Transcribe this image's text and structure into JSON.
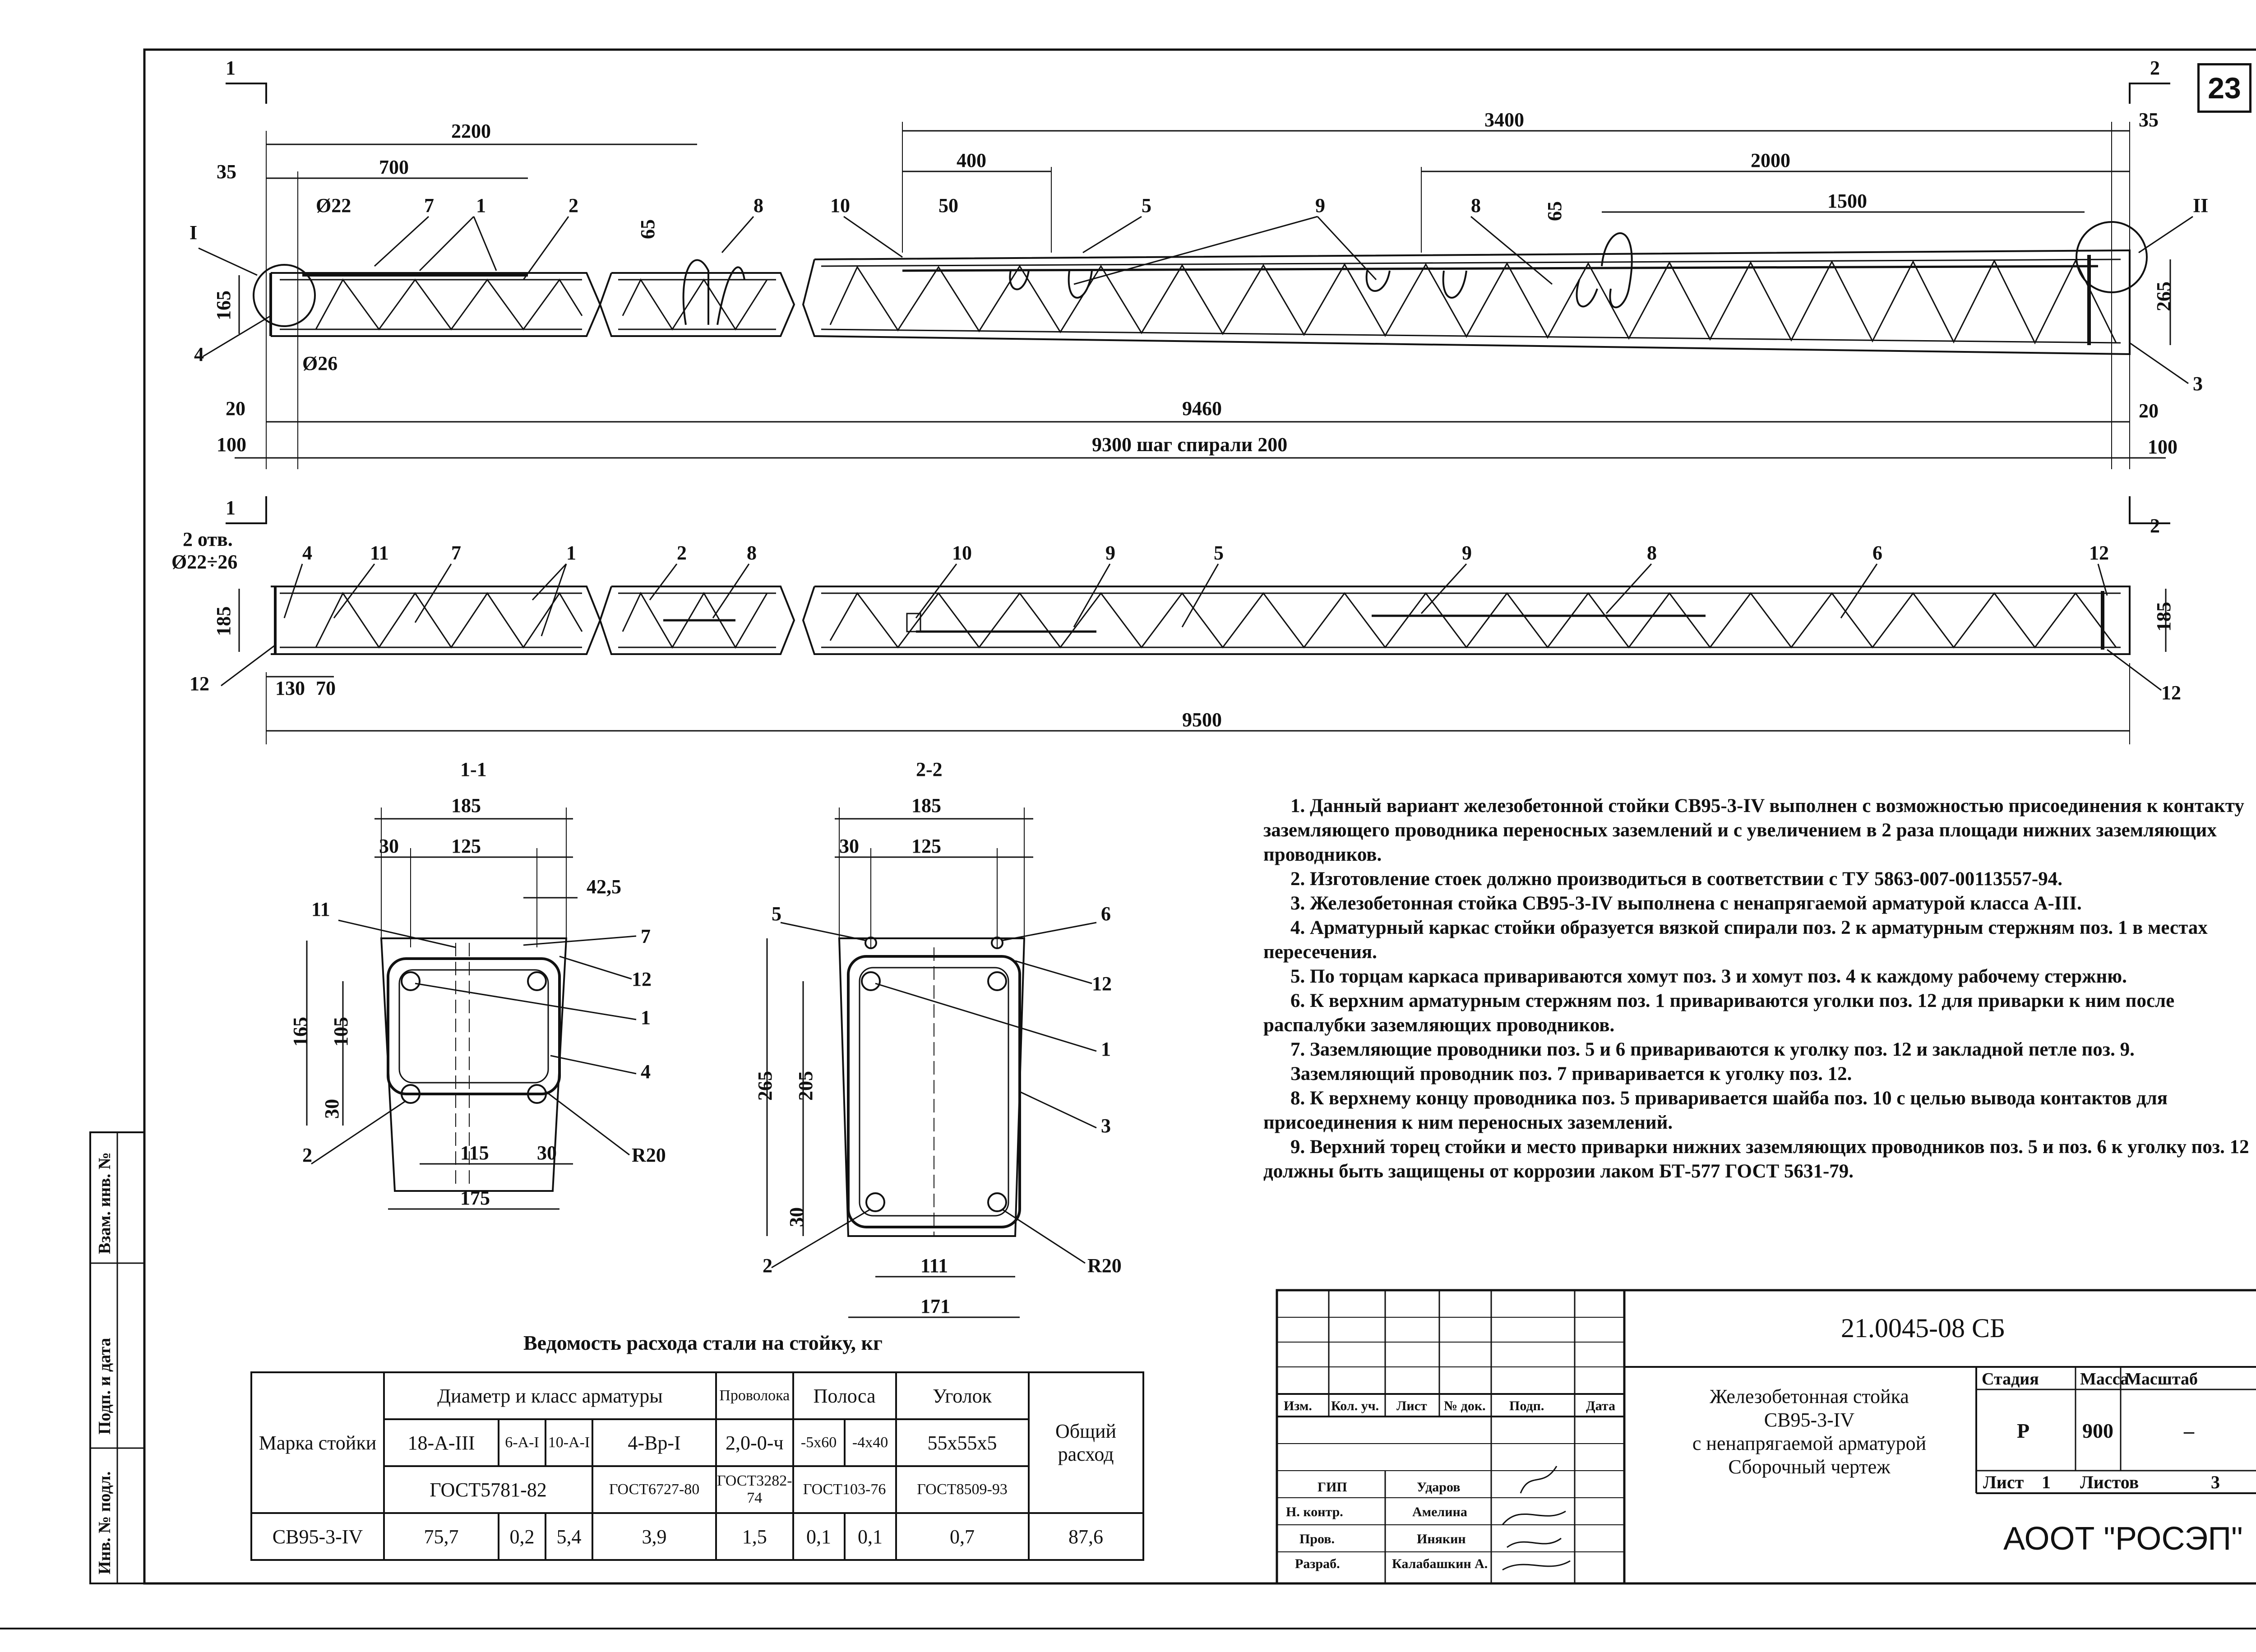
{
  "sheet_number": "23",
  "elevation_top": {
    "section_marks": [
      "1",
      "2"
    ],
    "dims": [
      "2200",
      "700",
      "35",
      "3400",
      "400",
      "50",
      "2000",
      "1500",
      "35",
      "65",
      "65",
      "165",
      "265",
      "20",
      "9460",
      "20",
      "100",
      "9300 шаг спирали 200",
      "100"
    ],
    "labels": [
      "Ø22",
      "Ø26",
      "7",
      "1",
      "2",
      "8",
      "10",
      "5",
      "9",
      "8",
      "I",
      "II",
      "4",
      "3"
    ]
  },
  "elevation_bottom": {
    "section_marks": [
      "1",
      "2"
    ],
    "dims": [
      "2 отв.",
      "Ø22÷26",
      "185",
      "130",
      "70",
      "185",
      "9500"
    ],
    "labels": [
      "4",
      "11",
      "7",
      "1",
      "2",
      "8",
      "10",
      "9",
      "5",
      "9",
      "8",
      "6",
      "12",
      "12",
      "12"
    ]
  },
  "section_1": {
    "title": "1-1",
    "dims": [
      "185",
      "30",
      "125",
      "42,5",
      "165",
      "105",
      "30",
      "115",
      "30",
      "175",
      "R20"
    ],
    "labels": [
      "11",
      "7",
      "12",
      "1",
      "4",
      "2"
    ]
  },
  "section_2": {
    "title": "2-2",
    "dims": [
      "185",
      "30",
      "125",
      "265",
      "205",
      "30",
      "111",
      "171",
      "R20"
    ],
    "labels": [
      "5",
      "6",
      "12",
      "1",
      "3",
      "2"
    ]
  },
  "notes": [
    "1. Данный вариант железобетонной стойки СВ95-3-IV выполнен с возможностью присоединения к контакту заземляющего проводника переносных заземлений и с увеличением в 2 раза площади нижних заземляющих проводников.",
    "2. Изготовление стоек должно производиться в соответствии с ТУ 5863-007-00113557-94.",
    "3. Железобетонная стойка СВ95-3-IV выполнена с ненапрягаемой арматурой класса А-III.",
    "4. Арматурный каркас стойки образуется вязкой спирали поз. 2 к арматурным стержням поз. 1 в местах пересечения.",
    "5. По торцам каркаса привариваются хомут поз. 3 и хомут поз. 4 к каждому рабочему стержню.",
    "6. К верхним арматурным стержням поз. 1 привариваются уголки поз. 12 для приварки к ним после распалубки заземляющих проводников.",
    "7. Заземляющие проводники поз. 5 и 6 привариваются к уголку поз. 12 и закладной петле поз. 9.",
    "Заземляющий проводник поз. 7 приваривается к уголку поз. 12.",
    "8. К верхнему концу проводника поз. 5 приваривается шайба поз. 10 с целью вывода контактов для присоединения к ним переносных заземлений.",
    "9. Верхний торец стойки и место приварки нижних заземляющих проводников поз. 5 и поз. 6 к уголку поз. 12 должны быть защищены от коррозии лаком БТ-577 ГОСТ 5631-79."
  ],
  "steel_table": {
    "title": "Ведомость расхода стали на стойку, кг",
    "h_mark": "Марка стойки",
    "h_diam": "Диаметр и класс арматуры",
    "h_wire": "Проволока",
    "h_strip": "Полоса",
    "h_angle": "Уголок",
    "h_total": "Общий расход",
    "s_18": "18-А-III",
    "s_6": "6-А-I",
    "s_10": "10-А-I",
    "s_4": "4-Вр-I",
    "s_wire": "2,0-0-ч",
    "s_60": "-5х60",
    "s_40": "-4х40",
    "s_angle": "55х55х5",
    "g_5781": "ГОСТ5781-82",
    "g_6727": "ГОСТ6727-80",
    "g_3282": "ГОСТ3282-74",
    "g_103": "ГОСТ103-76",
    "g_8509": "ГОСТ8509-93",
    "row": [
      "СВ95-3-IV",
      "75,7",
      "0,2",
      "5,4",
      "3,9",
      "1,5",
      "0,1",
      "0,1",
      "0,7",
      "87,6"
    ]
  },
  "title_block": {
    "doc_number": "21.0045-08 СБ",
    "name_lines": [
      "Железобетонная стойка",
      "СВ95-3-IV",
      "с ненапрягаемой арматурой",
      "Сборочный чертеж"
    ],
    "col_heads": [
      "Изм.",
      "Кол. уч.",
      "Лист",
      "№ док.",
      "Подп.",
      "Дата"
    ],
    "roles": [
      "ГИП",
      "Н. контр.",
      "Пров.",
      "Разраб."
    ],
    "names": [
      "Ударов",
      "Амелина",
      "Инякин",
      "Калабашкин А."
    ],
    "stage_head": "Стадия",
    "mass_head": "Масса",
    "scale_head": "Масштаб",
    "stage": "Р",
    "mass": "900",
    "scale": "–",
    "sheet_label": "Лист",
    "sheet": "1",
    "sheets_label": "Листов",
    "sheets": "3",
    "company": "АООТ \"РОСЭП\""
  },
  "side_stamp": [
    "Инв. № подл.",
    "Подп. и дата",
    "Взам. инв. №"
  ]
}
